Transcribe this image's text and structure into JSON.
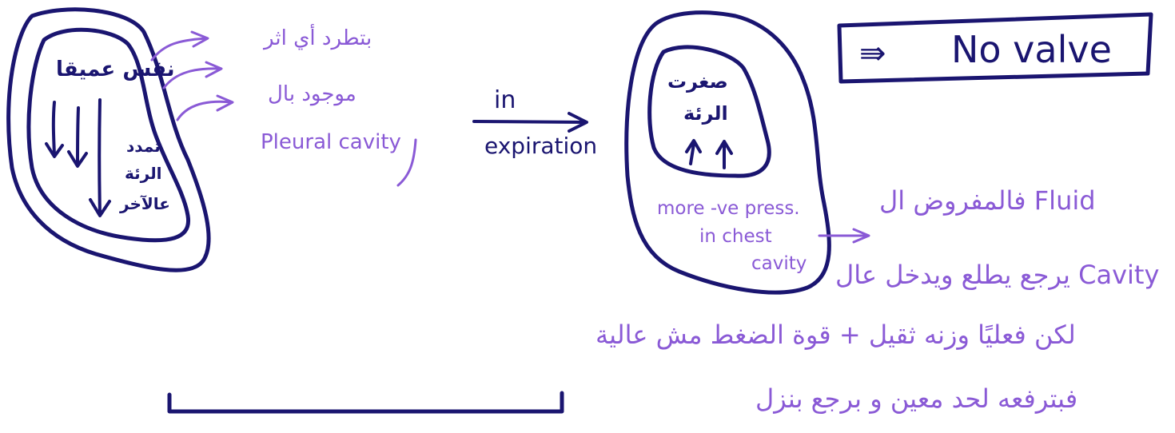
{
  "left_lung": {
    "inner_top": "نفس عميقا",
    "inner_side": [
      "تمدد",
      "الرئة",
      "عالآخر"
    ]
  },
  "left_notes": [
    "بتطرد أي اثر",
    "موجود بال",
    "Pleural cavity"
  ],
  "middle_arrow": {
    "top": "in",
    "bottom": "expiration"
  },
  "right_lung": {
    "inner": [
      "صغرت",
      "الرئة"
    ],
    "outer_notes": [
      "more -ve press.",
      "in chest",
      "cavity"
    ]
  },
  "box": {
    "symbol": "⇛",
    "text": "No valve"
  },
  "right_notes": [
    "فالمفروض ال Fluid",
    "يرجع يطلع ويدخل عال Cavity",
    "لكن فعليًا وزنه ثقيل + قوة الضغط مش عالية",
    "فبترفعه لحد معين و برجع بنزل"
  ],
  "colors": {
    "navy": "#1a1570",
    "purple": "#8a5ad6"
  }
}
